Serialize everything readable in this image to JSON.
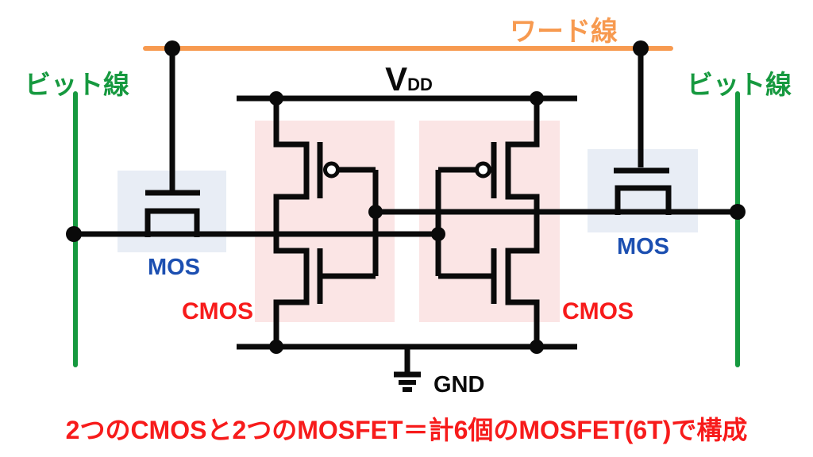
{
  "diagram": {
    "word_line_label": "ワード線",
    "bit_line_left_label": "ビット線",
    "bit_line_right_label": "ビット線",
    "vdd_label_main": "V",
    "vdd_label_sub": "DD",
    "gnd_label": "GND",
    "access_mos_left_label": "MOS",
    "access_mos_right_label": "MOS",
    "cmos_left_label": "CMOS",
    "cmos_right_label": "CMOS",
    "caption": "2つのCMOSと2つのMOSFET＝計6個のMOSFET(6T)で構成"
  },
  "colors": {
    "word_line_orange": "#F79A50",
    "bit_line_green": "#16993F",
    "mos_label_blue": "#1C4FB1",
    "cmos_label_red": "#F71B1B",
    "caption_red": "#F71B1B",
    "mos_box_blue": "#E8EDF5",
    "cmos_box_pink": "#FBE5E5",
    "wire_black": "#0A0A0A"
  }
}
